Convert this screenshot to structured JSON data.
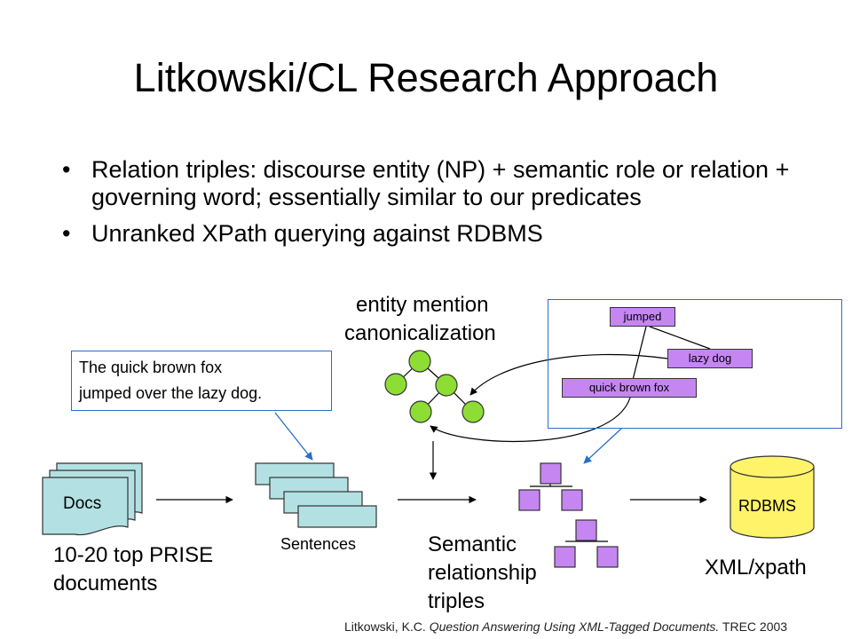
{
  "title": "Litkowski/CL Research Approach",
  "bullets": [
    "Relation triples: discourse entity (NP) + semantic role or relation + governing word; essentially similar to our predicates",
    "Unranked XPath querying against RDBMS"
  ],
  "bullet_glyph": "•",
  "diagram": {
    "entity_label_line1": "entity mention",
    "entity_label_line2": "canonicalization",
    "example_sentence_line1": "The quick brown fox",
    "example_sentence_line2": "jumped over the lazy dog.",
    "tree_nodes": [
      "jumped",
      "lazy dog",
      "quick brown fox"
    ],
    "docs_label": "Docs",
    "docs_caption_line1": "10-20 top PRISE",
    "docs_caption_line2": "documents",
    "sentences_label": "Sentences",
    "triples_caption_line1": "Semantic",
    "triples_caption_line2": "relationship",
    "triples_caption_line3": "triples",
    "rdbms_label": "RDBMS",
    "xml_label": "XML/xpath"
  },
  "citation": {
    "author": "Litkowski, K.C.",
    "title": "Question Answering Using XML-Tagged Documents.",
    "venue": "TREC 2003"
  },
  "colors": {
    "node_green": "#8ddd35",
    "node_purple": "#c586f2",
    "doc_teal": "#b3e1e3",
    "callout_blue": "#2a6dc9",
    "cylinder_yellow": "#fff36a"
  }
}
